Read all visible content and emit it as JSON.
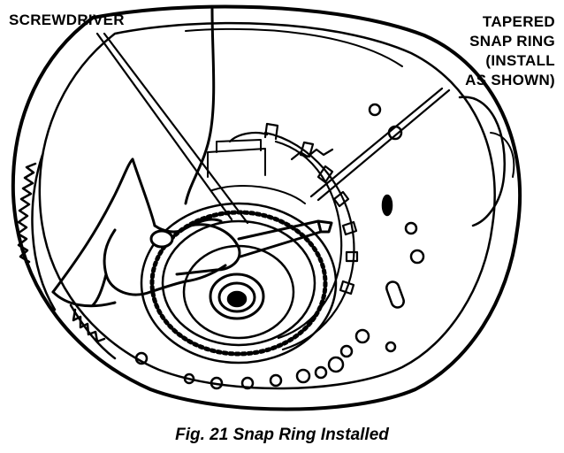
{
  "figure": {
    "labels": {
      "screwdriver": "SCREWDRIVER",
      "snap_ring": [
        "TAPERED",
        "SNAP RING",
        "(INSTALL",
        "AS SHOWN)"
      ]
    },
    "caption": "Fig. 21 Snap Ring Installed"
  }
}
